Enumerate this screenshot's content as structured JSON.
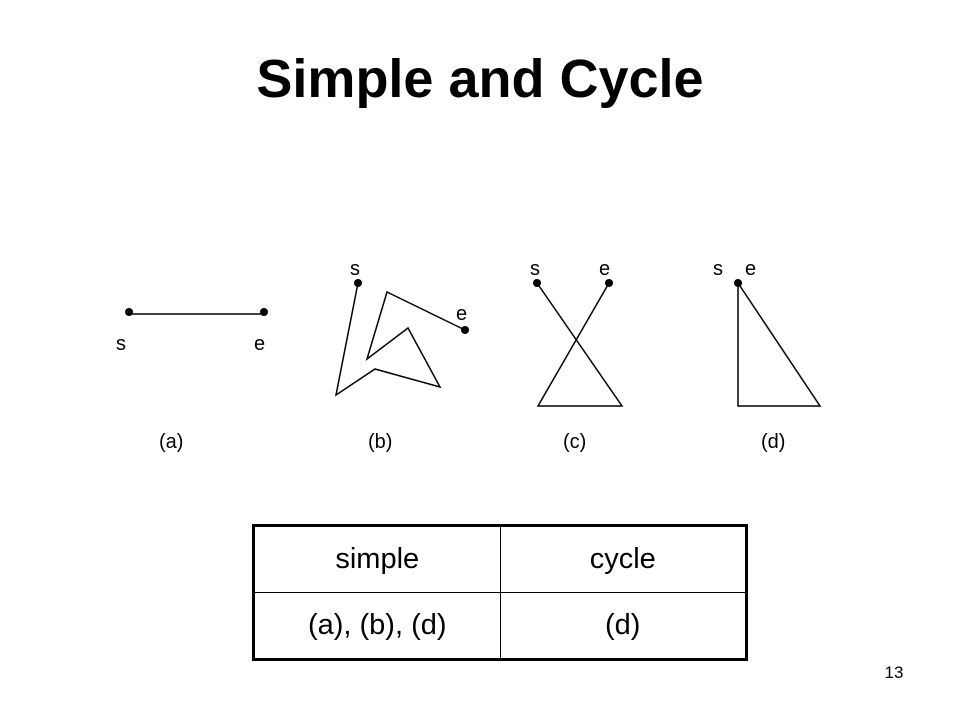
{
  "title": "Simple and Cycle",
  "diagrams": [
    {
      "caption": "(a)",
      "start_label": "s",
      "end_label": "e"
    },
    {
      "caption": "(b)",
      "start_label": "s",
      "end_label": "e"
    },
    {
      "caption": "(c)",
      "start_label": "s",
      "end_label": "e"
    },
    {
      "caption": "(d)",
      "start_label": "s",
      "end_label": "e"
    }
  ],
  "table": {
    "headers": [
      "simple",
      "cycle"
    ],
    "rows": [
      [
        "(a), (b), (d)",
        "(d)"
      ]
    ]
  },
  "page_number": "13"
}
